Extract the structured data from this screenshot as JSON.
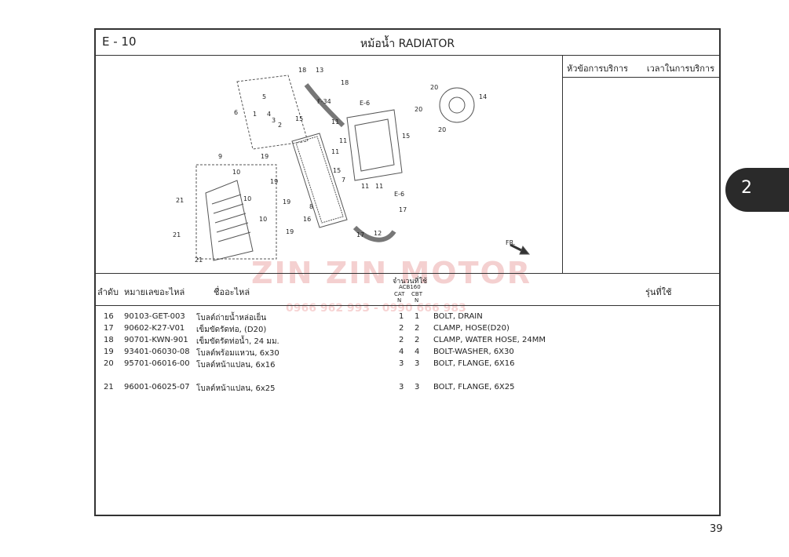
{
  "header": {
    "code": "E - 10",
    "title": "หม้อน้ำ  RADIATOR"
  },
  "service": {
    "topic_label": "หัวข้อการบริการ",
    "time_label": "เวลาในการบริการ"
  },
  "diagram": {
    "labels": [
      "18",
      "13",
      "18",
      "E-6",
      "F-34",
      "5",
      "1",
      "4",
      "6",
      "3",
      "2",
      "15",
      "11",
      "11",
      "11",
      "15",
      "15",
      "11",
      "11",
      "7",
      "20",
      "20",
      "20",
      "14",
      "9",
      "10",
      "10",
      "10",
      "21",
      "21",
      "21",
      "19",
      "19",
      "19",
      "8",
      "16",
      "19",
      "E-6",
      "17",
      "17",
      "12",
      "FR."
    ]
  },
  "table": {
    "headers": {
      "no": "ลำดับ",
      "part_no": "หมายเลขอะไหล่",
      "name": "ชื่ออะไหล่",
      "qty": "จำนวนที่ใช้",
      "model": "ACB160",
      "cat": "CAT",
      "cbt": "CBT",
      "n1": "N",
      "n2": "N",
      "applicable": "รุ่นที่ใช้"
    },
    "rows": [
      {
        "no": "16",
        "part": "90103-GET-003",
        "th": "โบลต์ถ่ายน้ำหล่อเย็น",
        "cat": "1",
        "cbt": "1",
        "en": "BOLT, DRAIN"
      },
      {
        "no": "17",
        "part": "90602-K27-V01",
        "th": "เข็มขัดรัดท่อ, (D20)",
        "cat": "2",
        "cbt": "2",
        "en": "CLAMP, HOSE(D20)"
      },
      {
        "no": "18",
        "part": "90701-KWN-901",
        "th": "เข็มขัดรัดท่อน้ำ, 24 มม.",
        "cat": "2",
        "cbt": "2",
        "en": "CLAMP, WATER HOSE, 24MM"
      },
      {
        "no": "19",
        "part": "93401-06030-08",
        "th": "โบลต์พร้อมแหวน, 6x30",
        "cat": "4",
        "cbt": "4",
        "en": "BOLT-WASHER, 6X30"
      },
      {
        "no": "20",
        "part": "95701-06016-00",
        "th": "โบลต์หน้าแปลน, 6x16",
        "cat": "3",
        "cbt": "3",
        "en": "BOLT, FLANGE, 6X16"
      },
      {
        "no": "21",
        "part": "96001-06025-07",
        "th": "โบลต์หน้าแปลน, 6x25",
        "cat": "3",
        "cbt": "3",
        "en": "BOLT, FLANGE, 6X25"
      }
    ]
  },
  "section_tab": "2",
  "page_number": "39",
  "watermark": {
    "brand": "ZIN ZIN MOTOR",
    "phone": "0966 962 993 - 0990 666 983"
  }
}
